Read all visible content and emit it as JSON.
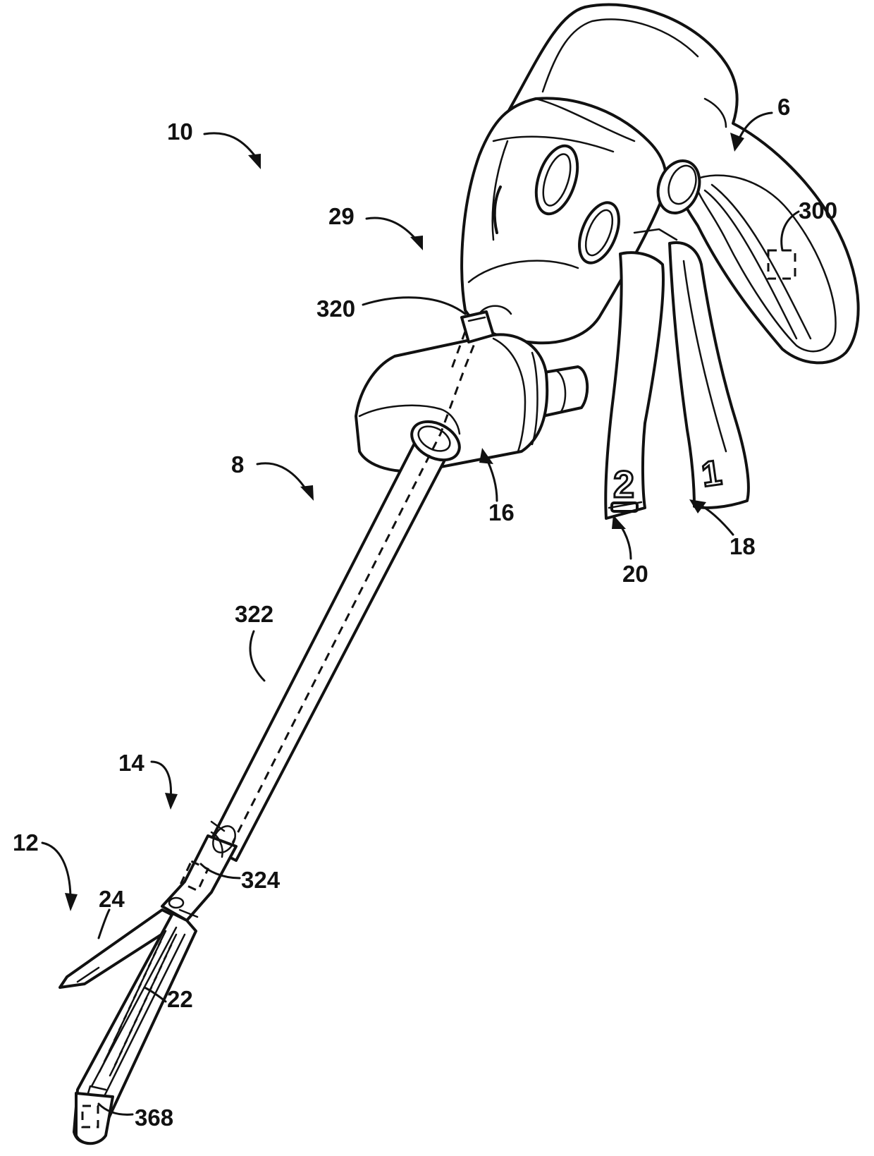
{
  "figure": {
    "reference_numerals": {
      "device": "10",
      "handle": "6",
      "controller": "300",
      "housing": "29",
      "sensor": "320",
      "knob": "16",
      "shaft": "8",
      "trigger_1": "18",
      "trigger_2": "20",
      "conductor": "322",
      "articulation_joint": "14",
      "connector": "324",
      "end_effector": "12",
      "anvil": "24",
      "cartridge": "22",
      "tip_sensor": "368"
    },
    "trigger_markings": {
      "first": "1",
      "second": "2"
    }
  }
}
